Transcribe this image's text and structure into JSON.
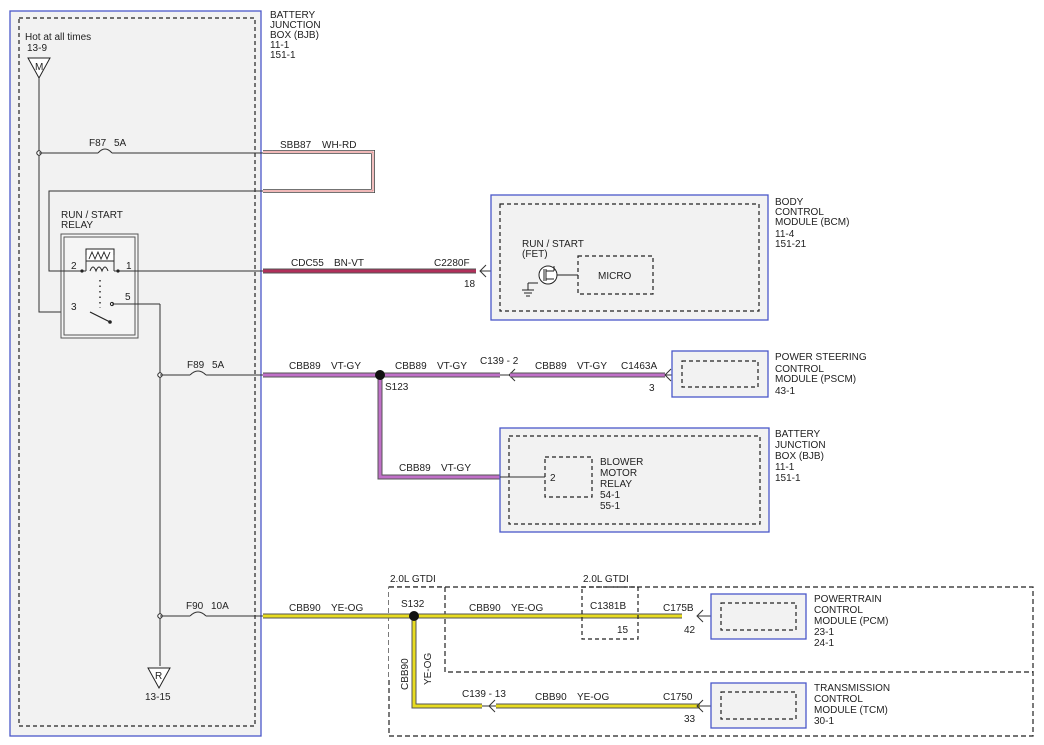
{
  "bjb_left": {
    "title_lines": [
      "BATTERY",
      "JUNCTION",
      "BOX (BJB)",
      "11-1",
      "151-1"
    ],
    "hot_label": "Hot at all times",
    "hot_ref": "13-9",
    "hot_symbol": "M",
    "ground_symbol": "R",
    "ground_ref": "13-15",
    "relay_lines": [
      "RUN / START",
      "RELAY"
    ],
    "relay_pins": {
      "p1": "1",
      "p2": "2",
      "p3": "3",
      "p5": "5"
    },
    "fuses": [
      {
        "id": "F87",
        "rating": "5A"
      },
      {
        "id": "F89",
        "rating": "5A"
      },
      {
        "id": "F90",
        "rating": "10A"
      }
    ]
  },
  "wires": {
    "sbb87": {
      "circuit": "SBB87",
      "color": "WH-RD"
    },
    "cdc55": {
      "circuit": "CDC55",
      "color": "BN-VT",
      "connector": "C2280F",
      "pin": "18"
    },
    "cbb89_a": {
      "circuit": "CBB89",
      "color": "VT-GY"
    },
    "cbb89_b": {
      "circuit": "CBB89",
      "color": "VT-GY",
      "connector": "C139 - 2"
    },
    "cbb89_c": {
      "circuit": "CBB89",
      "color": "VT-GY",
      "connector": "C1463A",
      "pin": "3"
    },
    "cbb89_d": {
      "circuit": "CBB89",
      "color": "VT-GY"
    },
    "splice_s123": "S123",
    "cbb90_a": {
      "circuit": "CBB90",
      "color": "YE-OG"
    },
    "cbb90_b": {
      "circuit": "CBB90",
      "color": "YE-OG",
      "connector": "C175B",
      "pin": "42"
    },
    "splice_s132": "S132",
    "gtdi_1": "2.0L GTDI",
    "gtdi_2": "2.0L GTDI",
    "c1381b": {
      "connector": "C1381B",
      "pin": "15"
    },
    "cbb90_vert": {
      "circuit": "CBB90",
      "color": "YE-OG"
    },
    "cbb90_c": {
      "circuit": "CBB90",
      "color": "YE-OG",
      "connector": "C1750",
      "pin": "33",
      "left_connector": "C139 - 13"
    }
  },
  "bcm": {
    "title_lines": [
      "BODY",
      "CONTROL",
      "MODULE (BCM)",
      "11-4",
      "151-21"
    ],
    "inner_lines": [
      "RUN / START",
      "(FET)"
    ],
    "micro": "MICRO"
  },
  "pscm": {
    "title_lines": [
      "POWER STEERING",
      "CONTROL",
      "MODULE (PSCM)",
      "43-1"
    ]
  },
  "bjb_right": {
    "title_lines": [
      "BATTERY",
      "JUNCTION",
      "BOX (BJB)",
      "11-1",
      "151-1"
    ],
    "relay_pin": "2",
    "relay_lines": [
      "BLOWER",
      "MOTOR",
      "RELAY",
      "54-1",
      "55-1"
    ]
  },
  "pcm": {
    "title_lines": [
      "POWERTRAIN",
      "CONTROL",
      "MODULE (PCM)",
      "23-1",
      "24-1"
    ]
  },
  "tcm": {
    "title_lines": [
      "TRANSMISSION",
      "CONTROL",
      "MODULE (TCM)",
      "30-1"
    ]
  },
  "colors": {
    "module_border": "#4a57c9",
    "wire_wh_rd": "#e07070",
    "wire_bn_vt": "#b0305a",
    "wire_vt_gy": "#c070c8",
    "wire_ye_og": "#e8dc20"
  }
}
